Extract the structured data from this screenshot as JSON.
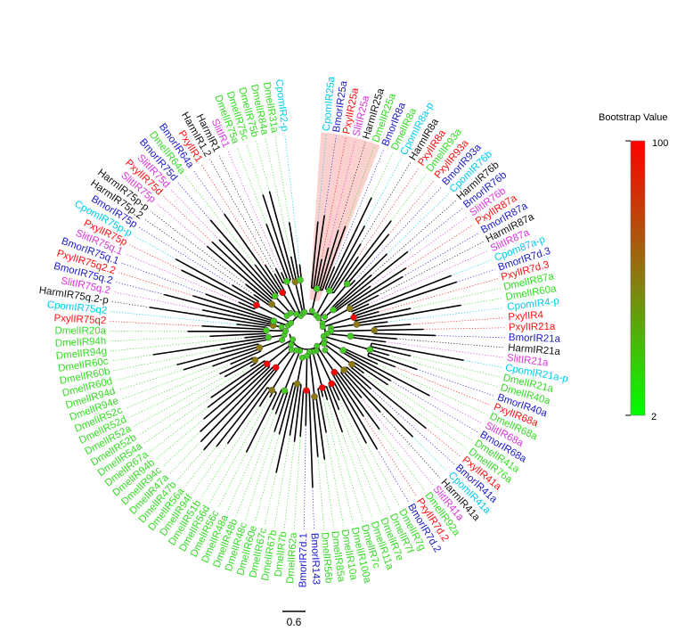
{
  "legend": {
    "title": "Bootstrap Value",
    "max": "100",
    "min": "2",
    "colors": {
      "high": "#ff0000",
      "mid": "#8a7a10",
      "low": "#00ff00"
    }
  },
  "scale_bar": {
    "label": "0.6"
  },
  "highlight": {
    "color": "#f6b3ad"
  },
  "species_colors": {
    "Dmel": "#33dd22",
    "Pxyl": "#ff1111",
    "Bmor": "#1a1acc",
    "Harm": "#111111",
    "Slit": "#dd33dd",
    "Cpom": "#00ccee"
  },
  "leaves": [
    "CpomIR25a",
    "BmorIR25a",
    "PxylIR25a",
    "SlitIR25a",
    "HarmIR25a",
    "DmelIR25a",
    "BmorIR8a",
    "DmelIR8a",
    "CpomIR8a-p",
    "HarmIR8a",
    "PxylIR8a",
    "DmelIR93a",
    "PxylIR93a",
    "BmorIR93a",
    "CpomIR76b",
    "HarmIR76b",
    "BmorIR76b",
    "SlitIR76b",
    "PxylIR87a",
    "BmorIR87a",
    "HarmIR87a",
    "SlitIR87a",
    "Cpom87a-p",
    "BmorIR7d.3",
    "PxylIR7d.3",
    "DmelIR87a",
    "DmelIR60a",
    "CpomIR4-p",
    "PxylIR4",
    "PxylIR21a",
    "BmorIR21a",
    "HarmIR21a",
    "SlitIR21a",
    "CpomIR21a-p",
    "DmelIR21a",
    "DmelIR40a",
    "BmorIR40a",
    "PxylIR68a",
    "DmelIR68a",
    "SlitIR68a",
    "BmorIR68a",
    "DmelIR41a",
    "DmelIR76a",
    "PxylIR41a",
    "BmorIR41a",
    "CpomIR41a",
    "HarmIR41a",
    "SlitIR41a",
    "DmelIR92a",
    "PxylIR7d.2",
    "BmorIR7d.2",
    "DmelIR7g",
    "DmelIR7f",
    "DmelIR7e",
    "DmelIR11a",
    "DmelIR7c",
    "DmelIR100a",
    "DmelIR10a",
    "DmelIR85a",
    "DmelIR56b",
    "BmorIR143",
    "BmorIR7d.1",
    "DmelIR62a",
    "DmelIR7b",
    "DmelIR67b",
    "DmelIR67c",
    "DmelIR60e",
    "DmelIR48c",
    "DmelIR48b",
    "DmelIR48a",
    "DmelIR56c",
    "DmelIR56d",
    "DmelIR51b",
    "DmelIR94f",
    "DmelIR56a",
    "DmelIR47b",
    "DmelIR47a",
    "DmelIR94c",
    "DmelIR94b",
    "DmelIR67a",
    "DmelIR54a",
    "DmelIR52b",
    "DmelIR52a",
    "DmelIR52d",
    "DmelIR52c",
    "DmelIR94e",
    "DmelIR94d",
    "DmelIR60d",
    "DmelIR60b",
    "DmelIR60c",
    "DmelIR94g",
    "DmelIR94h",
    "DmelIR20a",
    "PxylIR75q2",
    "CpomIR75q2",
    "HarmIR75q.2-p",
    "SlitIR75q.2",
    "BmorIR75q.2",
    "PxylIR75q2.2",
    "BmorIR75q.1",
    "SlitIR75q.1",
    "PxylIR75p",
    "CpomIR75p-p",
    "BmorIR75p",
    "HarmIR75p.2",
    "HarmIR75p-p",
    "SlitIR75p",
    "PxylIR75d",
    "SlitIR75d",
    "BmorIR75d",
    "DmelIR64a",
    "BmorIR64a",
    "PxylIR1",
    "HarmIR1.2",
    "HarmIR1",
    "SlitIR1",
    "DmelIR75a",
    "DmelIR75c",
    "DmelIR75b",
    "DmelIR84a",
    "DmelIR31a",
    "CpomIR2-p"
  ]
}
